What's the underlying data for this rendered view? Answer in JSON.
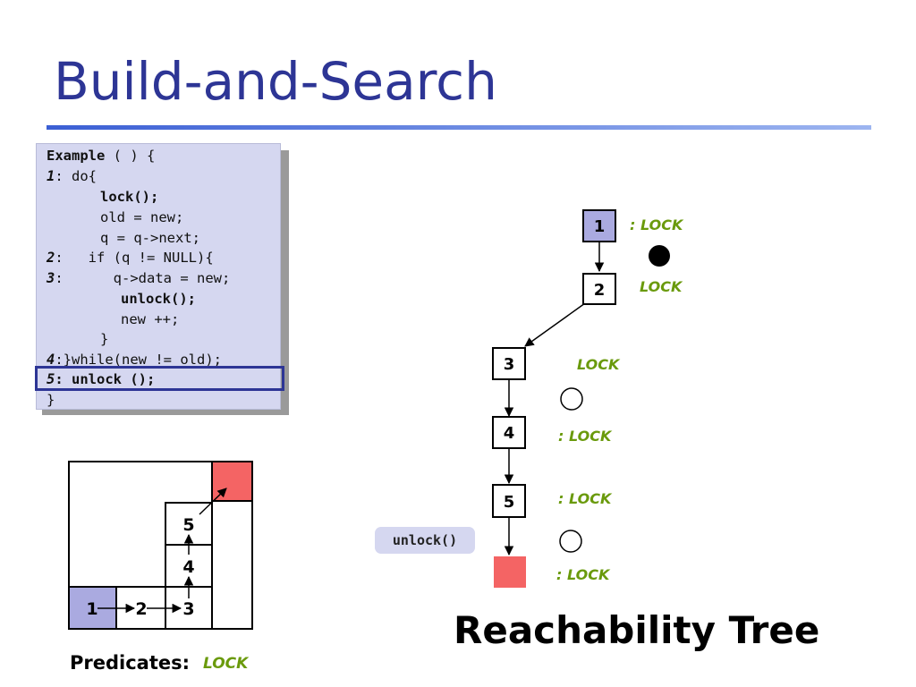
{
  "slide": {
    "title": "Build-and-Search"
  },
  "code": {
    "line1": {
      "fn": "Example",
      "rest": " ( ) {"
    },
    "line2": {
      "label": "1",
      "rest": ": do{"
    },
    "line3": {
      "text": "lock();"
    },
    "line4": {
      "text": "old = new;"
    },
    "line5": {
      "text": "q = q->next;"
    },
    "line6": {
      "label": "2",
      "rest": ":   if (q != NULL){"
    },
    "line7": {
      "label": "3",
      "rest": ":      q->data = new;"
    },
    "line8": {
      "text": "unlock();"
    },
    "line9": {
      "text": "new ++;"
    },
    "line10": {
      "text": "}"
    },
    "line11": {
      "label": "4",
      "rest": ":}while(new != old);"
    },
    "line12": {
      "label": "5",
      "rest": ": unlock ();"
    },
    "line13": {
      "text": "}"
    }
  },
  "art_diagram": {
    "nodes": [
      "1",
      "2",
      "3",
      "4",
      "5"
    ],
    "colors": {
      "start": "#aaaae0",
      "error": "#f46464"
    }
  },
  "predicates": {
    "label": "Predicates:",
    "value": "LOCK"
  },
  "tree": {
    "title": "Reachability Tree",
    "nodes": [
      {
        "label": "1",
        "annotation": ": LOCK"
      },
      {
        "label": "2",
        "annotation": "LOCK"
      },
      {
        "label": "3",
        "annotation": "LOCK"
      },
      {
        "label": "4",
        "annotation": ": LOCK"
      },
      {
        "label": "5",
        "annotation": ": LOCK"
      },
      {
        "label": "",
        "annotation": ": LOCK"
      }
    ],
    "edge_label": "unlock()",
    "colors": {
      "annotation": "#6a9a0c",
      "root_fill": "#aaaae0",
      "error_fill": "#f46464"
    }
  }
}
